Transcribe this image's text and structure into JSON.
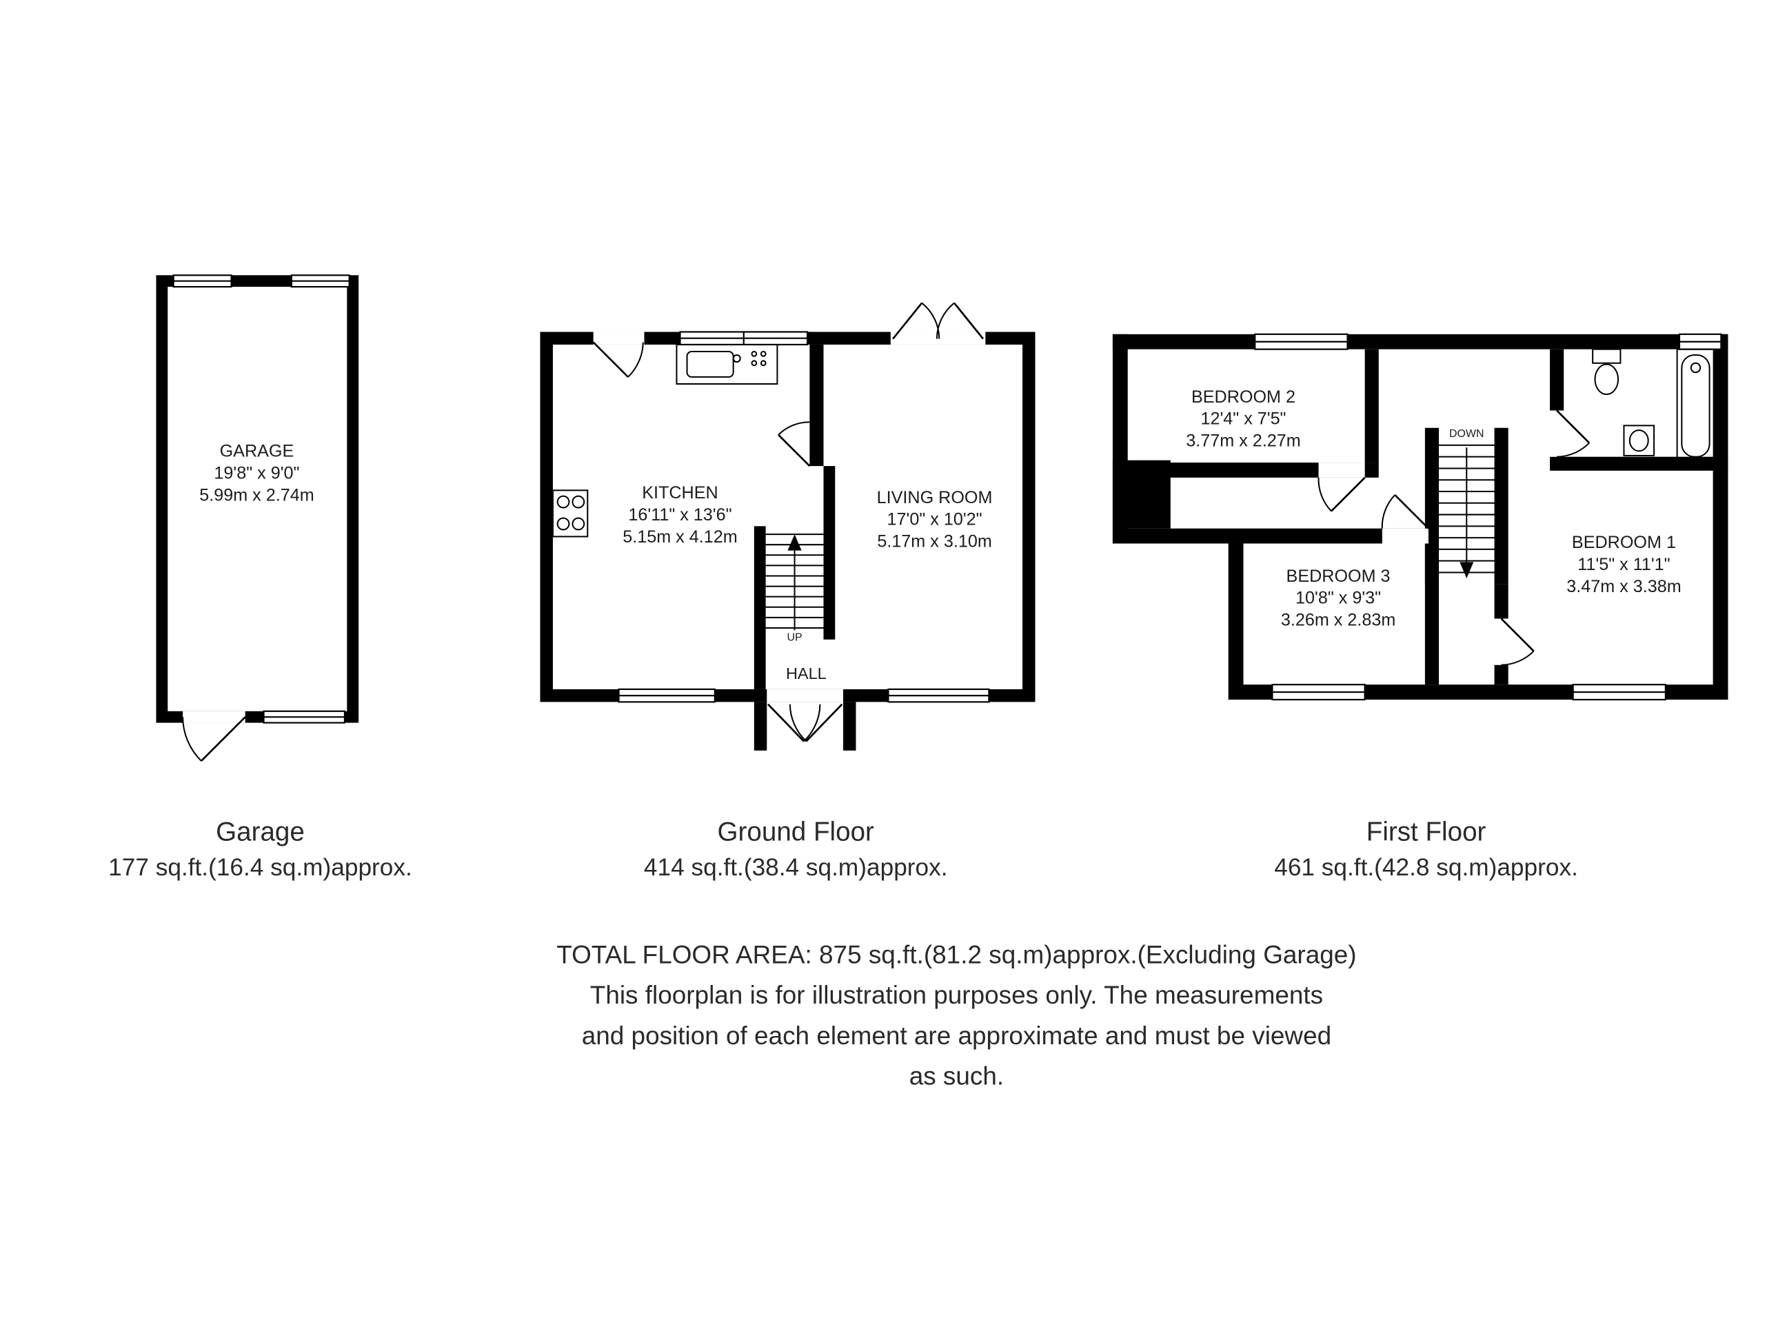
{
  "plans": {
    "garage": {
      "rooms": [
        {
          "name": "GARAGE",
          "imperial": "19'8\" x 9'0\"",
          "metric": "5.99m x 2.74m"
        }
      ],
      "caption": "Garage",
      "area": "177 sq.ft.(16.4 sq.m)approx."
    },
    "ground": {
      "rooms": [
        {
          "name": "KITCHEN",
          "imperial": "16'11\" x 13'6\"",
          "metric": "5.15m x 4.12m"
        },
        {
          "name": "LIVING ROOM",
          "imperial": "17'0\" x 10'2\"",
          "metric": "5.17m x 3.10m"
        }
      ],
      "labels": {
        "hall": "HALL",
        "up": "UP"
      },
      "caption": "Ground Floor",
      "area": "414 sq.ft.(38.4 sq.m)approx."
    },
    "first": {
      "rooms": [
        {
          "name": "BEDROOM 2",
          "imperial": "12'4\" x 7'5\"",
          "metric": "3.77m x 2.27m"
        },
        {
          "name": "BEDROOM 3",
          "imperial": "10'8\" x 9'3\"",
          "metric": "3.26m x 2.83m"
        },
        {
          "name": "BEDROOM 1",
          "imperial": "11'5\" x 11'1\"",
          "metric": "3.47m x 3.38m"
        }
      ],
      "labels": {
        "down": "DOWN"
      },
      "caption": "First Floor",
      "area": "461 sq.ft.(42.8 sq.m)approx."
    }
  },
  "footer": {
    "line1": "TOTAL FLOOR AREA: 875 sq.ft.(81.2 sq.m)approx.(Excluding Garage)",
    "line2": "This floorplan is for illustration purposes only. The measurements",
    "line3": "and position of each element are approximate and must be viewed",
    "line4": "as such."
  },
  "colors": {
    "wall": "#000000",
    "text": "#2a2a2a",
    "background": "#ffffff"
  }
}
